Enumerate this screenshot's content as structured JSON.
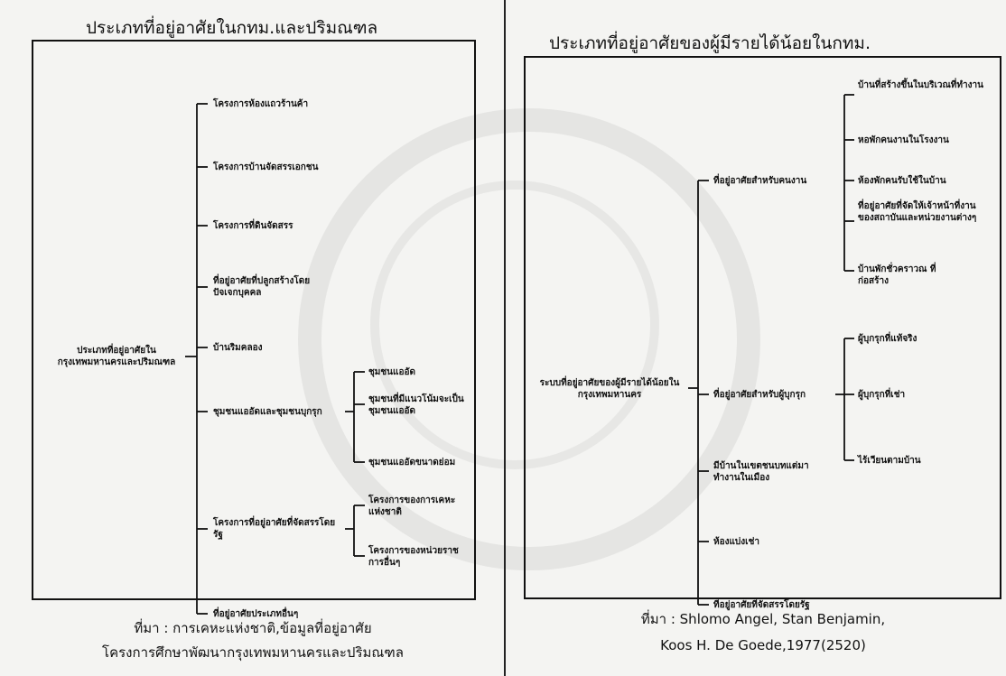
{
  "left": {
    "title": "ประเภทที่อยู่อาศัยในกทม.และปริมณฑล",
    "root": "ประเภทที่อยู่อาศัยในกรุงเทพมหานครและปริมณฑล",
    "items": [
      "โครงการห้องแถวร้านค้า",
      "โครงการบ้านจัดสรรเอกชน",
      "โครงการที่ดินจัดสรร",
      "ที่อยู่อาศัยที่ปลูกสร้างโดยปัจเจกบุคคล",
      "บ้านริมคลอง",
      "ชุมชนแออัดและชุมชนบุกรุก",
      "โครงการที่อยู่อาศัยที่จัดสรรโดยรัฐ",
      "ที่อยู่อาศัยประเภทอื่นๆ"
    ],
    "slum_children": [
      "ชุมชนแออัด",
      "ชุมชนที่มีแนวโน้มจะเป็นชุมชนแออัด",
      "ชุมชนแออัดขนาดย่อม"
    ],
    "state_children": [
      "โครงการของการเคหะแห่งชาติ",
      "โครงการของหน่วยราชการอื่นๆ"
    ],
    "source_line1": "ที่มา : การเคหะแห่งชาติ,ข้อมูลที่อยู่อาศัย",
    "source_line2": "โครงการศึกษาพัฒนากรุงเทพมหานครและปริมณฑล"
  },
  "right": {
    "title": "ประเภทที่อยู่อาศัยของผู้มีรายได้น้อยในกทม.",
    "root": "ระบบที่อยู่อาศัยของผู้มีรายได้น้อยในกรุงเทพมหานคร",
    "items": [
      "ที่อยู่อาศัยสำหรับคนงาน",
      "ที่อยู่อาศัยสำหรับผู้บุกรุก",
      "มีบ้านในเขตชนบทแต่มาทำงานในเมือง",
      "ห้องแบ่งเช่า",
      "ที่อยู่อาศัยที่จัดสรรโดยรัฐ"
    ],
    "worker_children": [
      "บ้านที่สร้างขึ้นในบริเวณที่ทำงาน",
      "หอพักคนงานในโรงงาน",
      "ห้องพักคนรับใช้ในบ้าน",
      "ที่อยู่อาศัยที่จัดให้เจ้าหน้าที่งานของสถาบันและหน่วยงานต่างๆ",
      "บ้านพักชั่วคราวณ ที่ก่อสร้าง"
    ],
    "squatter_children": [
      "ผู้บุกรุกที่แท้จริง",
      "ผู้บุกรุกที่เช่า",
      "ไร้เวียนตามบ้าน"
    ],
    "source_line1": "ที่มา : Shlomo Angel, Stan Benjamin,",
    "source_line2": "Koos H. De Goede,1977(2520)"
  }
}
